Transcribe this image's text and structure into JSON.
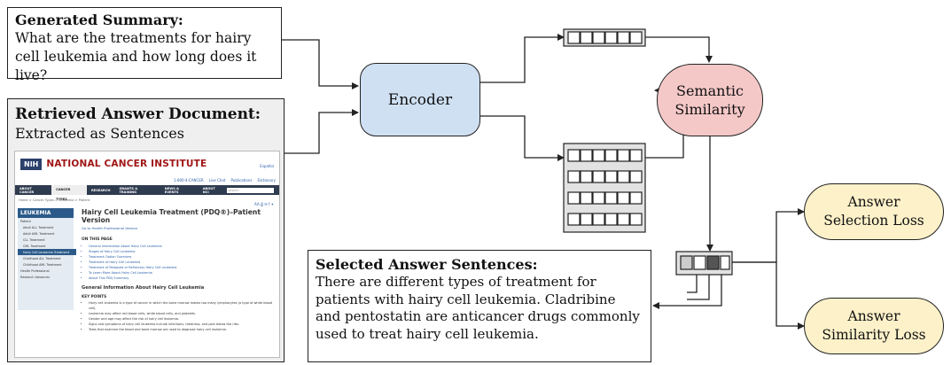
{
  "generated_summary": {
    "title": "Generated Summary:",
    "text": "What are the treatments for hairy cell leukemia and how long does it live?"
  },
  "retrieved_document": {
    "title": "Retrieved Answer Document:",
    "subtitle": "Extracted as Sentences"
  },
  "encoder": {
    "label": "Encoder"
  },
  "semantic_similarity": {
    "line1": "Semantic",
    "line2": "Similarity"
  },
  "selected_sentences": {
    "title": "Selected Answer Sentences:",
    "text": "There are different types of treatment for patients with hairy cell leukemia. Cladribine and pentostatin are anticancer drugs commonly used to treat hairy cell leukemia."
  },
  "answer_selection_loss": {
    "line1": "Answer",
    "line2": "Selection Loss"
  },
  "answer_similarity_loss": {
    "line1": "Answer",
    "line2": "Similarity Loss"
  },
  "colors": {
    "encoder_fill": "#cfe0f3",
    "similarity_fill": "#f5c8c8",
    "loss_fill": "#fdf1c9",
    "selected_cell_dark": "#555555",
    "selected_cell_light": "#cccccc"
  },
  "webpage": {
    "logo": "NIH",
    "org_name": "NATIONAL CANCER INSTITUTE",
    "language_link": "Español",
    "utility_links": [
      "1-800-4-CANCER",
      "Live Chat",
      "Publications",
      "Dictionary"
    ],
    "nav_items": [
      "ABOUT CANCER",
      "CANCER TYPES",
      "RESEARCH",
      "GRANTS & TRAINING",
      "NEWS & EVENTS",
      "ABOUT NCI"
    ],
    "search_placeholder": "search",
    "breadcrumb": "Home > Cancer Types > Leukemia > Patient",
    "sidebar_title": "LEUKEMIA",
    "sidebar_items": [
      "Patient",
      "Adult ALL Treatment",
      "Adult AML Treatment",
      "CLL Treatment",
      "CML Treatment",
      "Hairy Cell Leukemia Treatment",
      "Childhood ALL Treatment",
      "Childhood AML Treatment",
      "Health Professional",
      "Research Advances"
    ],
    "page_title": "Hairy Cell Leukemia Treatment (PDQ®)–Patient Version",
    "professional_link": "Go to Health Professional Version",
    "on_this_page": "ON THIS PAGE",
    "toc": [
      "General Information About Hairy Cell Leukemia",
      "Stages of Hairy Cell Leukemia",
      "Treatment Option Overview",
      "Treatment of Hairy Cell Leukemia",
      "Treatment of Relapsed or Refractory Hairy Cell Leukemia",
      "To Learn More About Hairy Cell Leukemia",
      "About This PDQ Summary"
    ],
    "section_title": "General Information About Hairy Cell Leukemia",
    "key_points": "KEY POINTS",
    "bullets": [
      "Hairy cell leukemia is a type of cancer in which the bone marrow makes too many lymphocytes (a type of white blood cell).",
      "Leukemia may affect red blood cells, white blood cells, and platelets.",
      "Gender and age may affect the risk of hairy cell leukemia.",
      "Signs and symptoms of hairy cell leukemia include infections, tiredness, and pain below the ribs.",
      "Tests that examine the blood and bone marrow are used to diagnose hairy cell leukemia."
    ]
  }
}
